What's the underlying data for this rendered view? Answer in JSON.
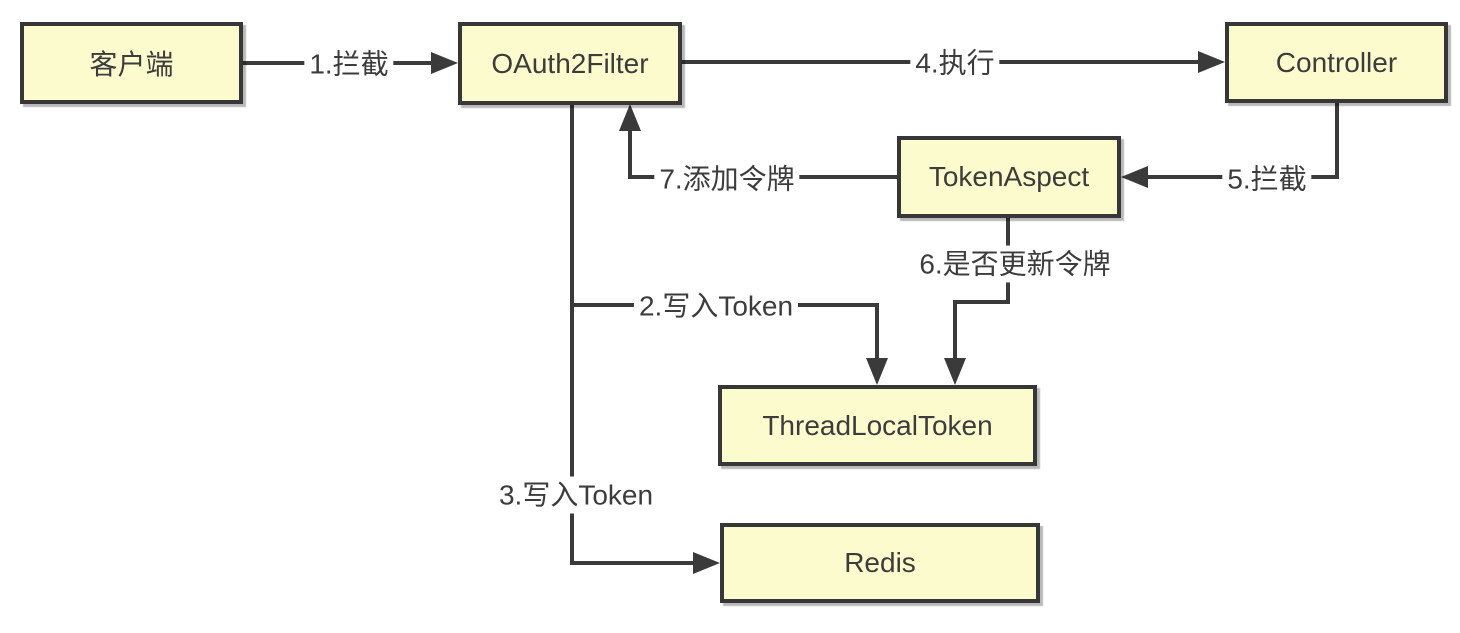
{
  "diagram": {
    "type": "flowchart",
    "description_visible_text_only": true,
    "colors": {
      "node_fill": "#fcfbce",
      "node_border": "#373737",
      "line": "#3a3a3a",
      "text": "#3c3c3c",
      "bg": "#ffffff"
    },
    "nodes": [
      {
        "id": "client",
        "label": "客户端"
      },
      {
        "id": "oauth2filter",
        "label": "OAuth2Filter"
      },
      {
        "id": "controller",
        "label": "Controller"
      },
      {
        "id": "tokenaspect",
        "label": "TokenAspect"
      },
      {
        "id": "threadlocaltoken",
        "label": "ThreadLocalToken"
      },
      {
        "id": "redis",
        "label": "Redis"
      }
    ],
    "edges": [
      {
        "label": "1.拦截",
        "from": "客户端",
        "to": "OAuth2Filter"
      },
      {
        "label": "2.写入Token",
        "from": "OAuth2Filter",
        "to": "ThreadLocalToken"
      },
      {
        "label": "3.写入Token",
        "from": "OAuth2Filter",
        "to": "Redis"
      },
      {
        "label": "4.执行",
        "from": "OAuth2Filter",
        "to": "Controller"
      },
      {
        "label": "5.拦截",
        "from": "Controller",
        "to": "TokenAspect"
      },
      {
        "label": "6.是否更新令牌",
        "from": "TokenAspect",
        "to": "ThreadLocalToken"
      },
      {
        "label": "7.添加令牌",
        "from": "TokenAspect",
        "to": "OAuth2Filter"
      }
    ]
  }
}
